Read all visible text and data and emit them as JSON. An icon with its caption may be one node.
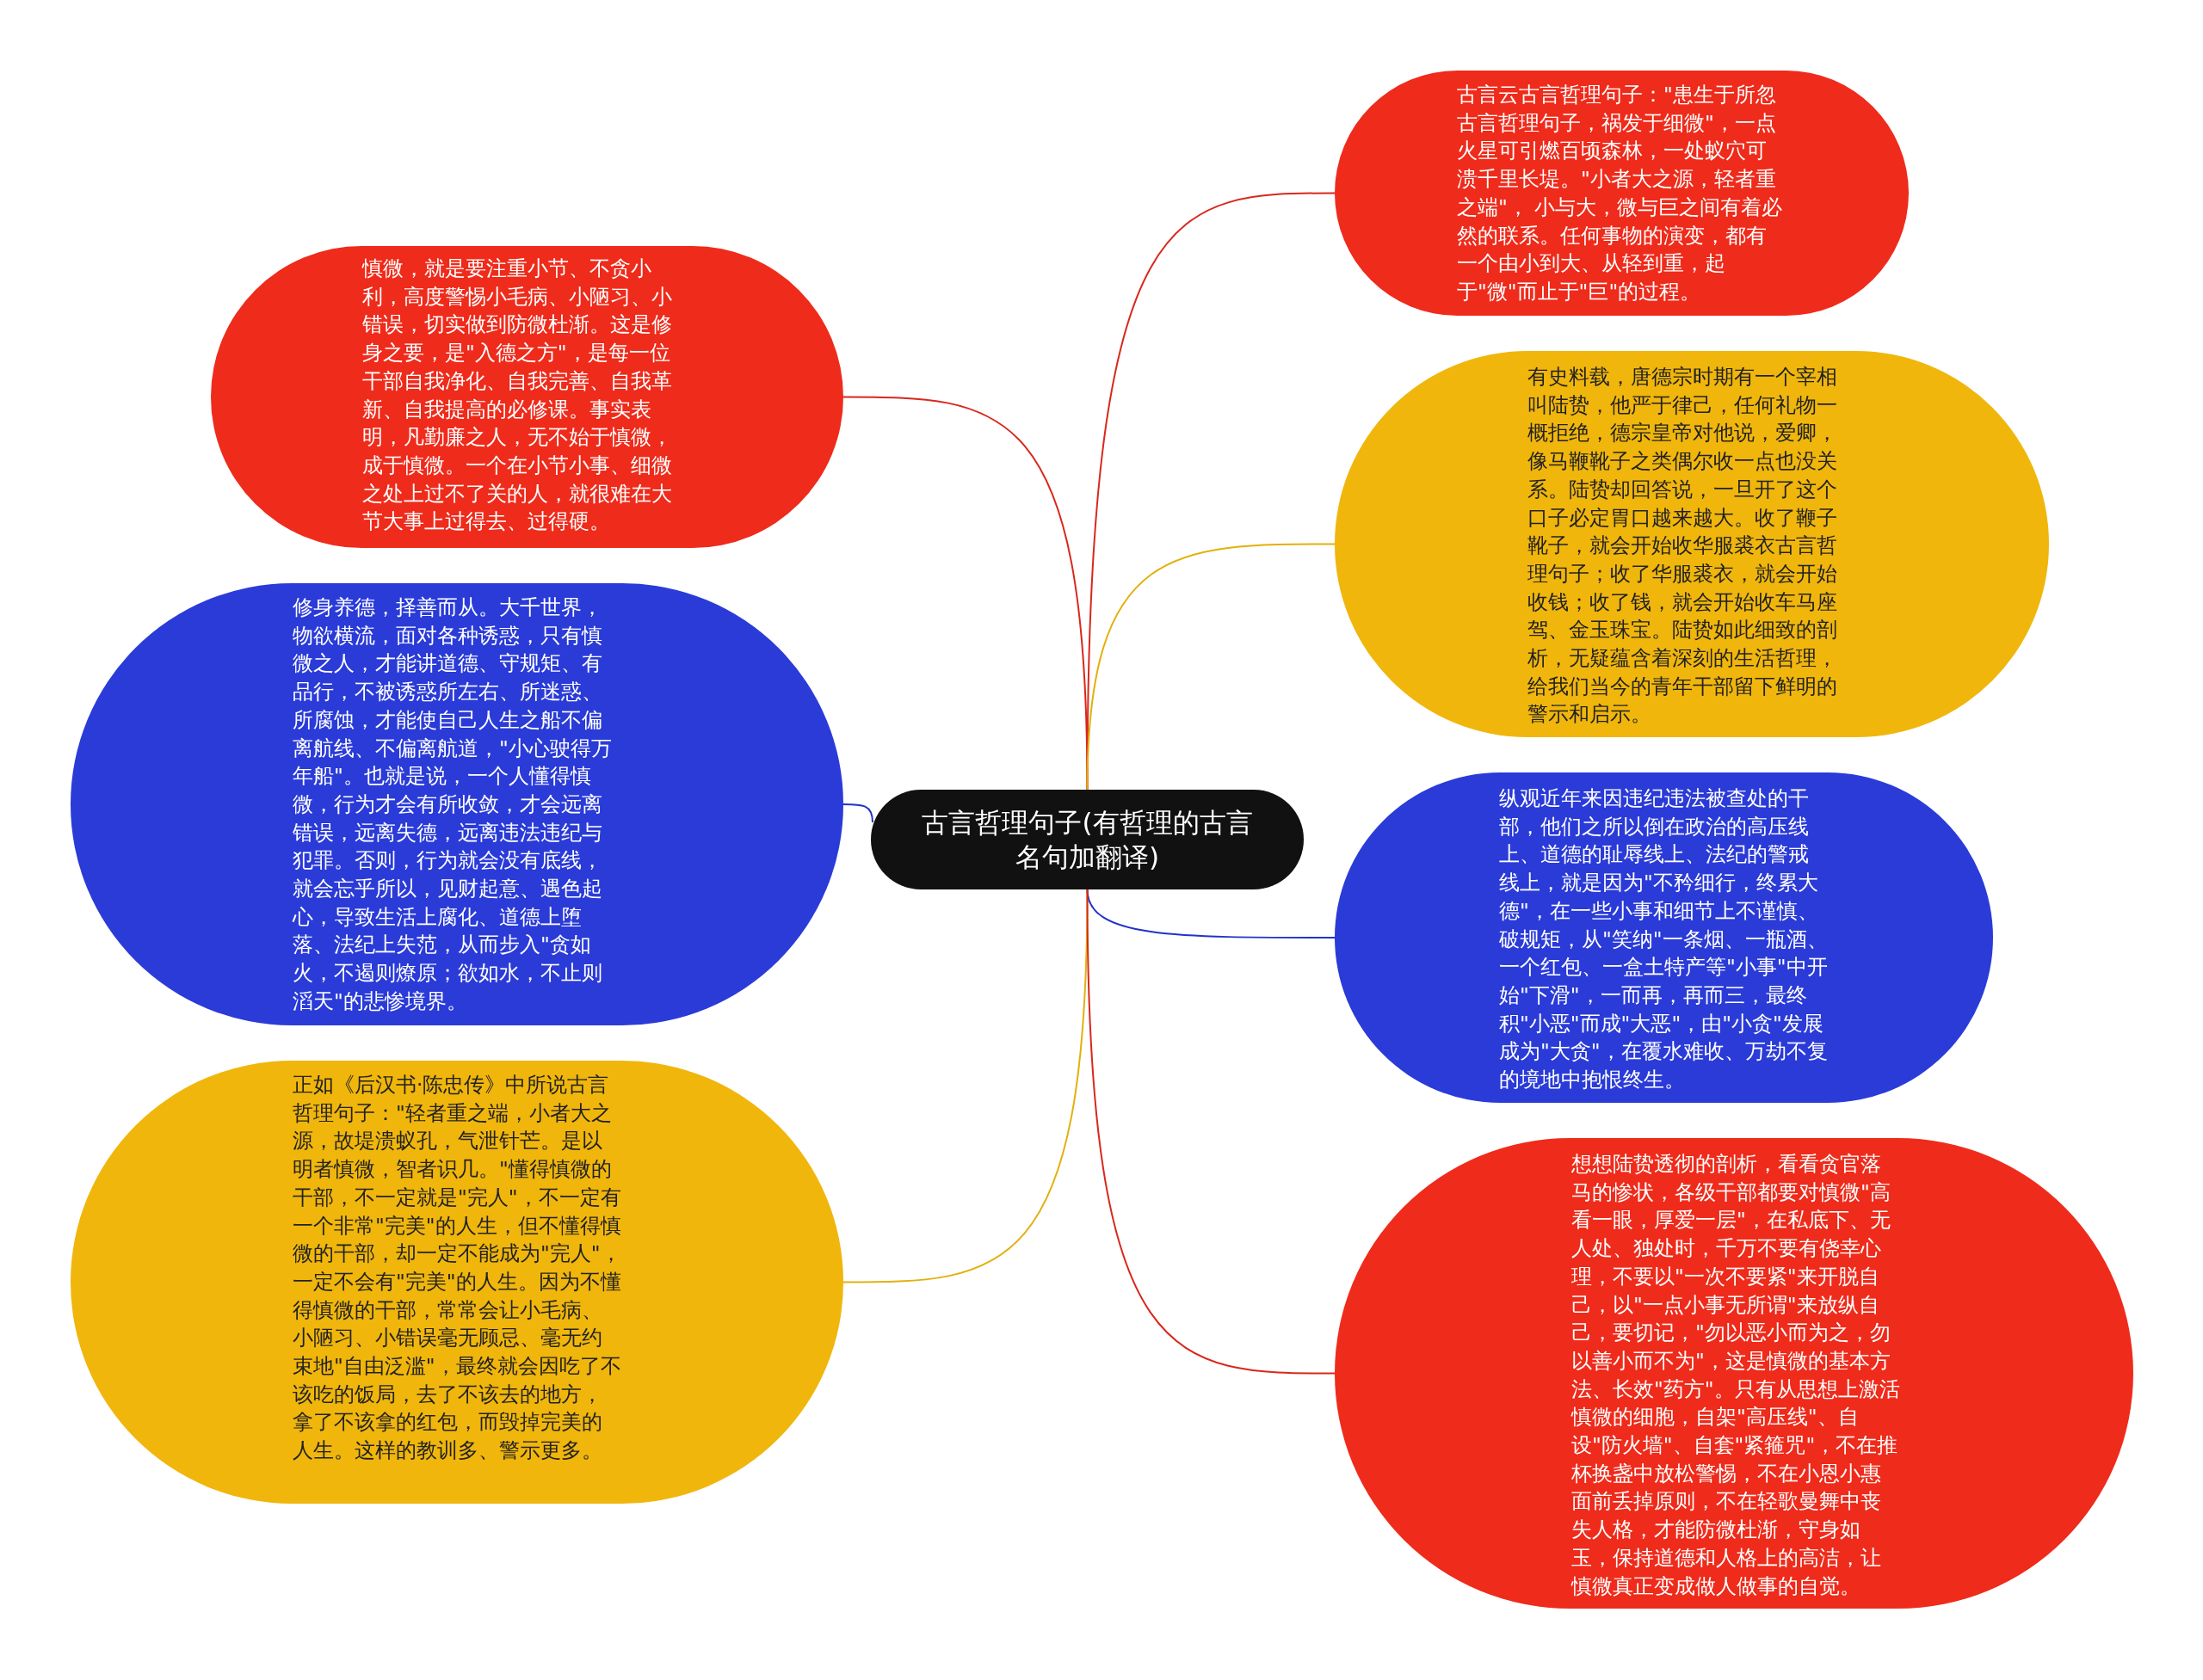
{
  "diagram": {
    "nodes": [
      {
        "text": [
          "古言哲理句子(有哲理的古言名句加翻译)"
        ]
      },
      {
        "text": [
          "慎微，就是要注重小节、不贪小利，高度警惕小毛病、小陋习、小错误，切实做到防微杜渐。这是修身之要，是\"入德之方\"，是每一位干部自我净化、自我完善、自我革新、自我提高的必修课。事实表明，凡勤廉之人，无不始于慎微，成于慎微。一个在小节小事、细微之处上过不了关的人，就很难在大节大事上过得去、过得硬。"
        ]
      },
      {
        "text": [
          "修身养德，择善而从。大千世界，物欲横流，面对各种诱惑，只有慎微之人，才能讲道德、守规矩、有品行，不被诱惑所左右、所迷惑、所腐蚀，才能使自己人生之船不偏离航线、不偏离航道，\"小心驶得万年船\"。也就是说，一个人懂得慎微，行为才会有所收敛，才会远离错误，远离失德，远离违法违纪与犯罪。否则，行为就会没有底线，就会忘乎所以，见财起意、遇色起心，导致生活上腐化、道德上堕落、法纪上失范，从而步入\"贪如火，不遏则燎原；欲如水，不止则滔天\"的悲惨境界。"
        ]
      },
      {
        "text": [
          "正如《后汉书·陈忠传》中所说古言哲理句子：\"轻者重之端，小者大之源，故堤溃蚁孔，气泄针芒。是以明者慎微，智者识几。\"懂得慎微的干部，不一定就是\"完人\"，不一定有一个非常\"完美\"的人生，但不懂得慎微的干部，却一定不能成为\"完人\"，一定不会有\"完美\"的人生。因为不懂得慎微的干部，常常会让小毛病、小陋习、小错误毫无顾忌、毫无约束地\"自由泛滥\"，最终就会因吃了不该吃的饭局，去了不该去的地方，拿了不该拿的红包，而毁掉完美的人生。这样的教训多、警示更多。"
        ]
      },
      {
        "text": [
          "古言云古言哲理句子：\"患生于所忽古言哲理句子，祸发于细微\"，一点火星可引燃百顷森林，一处蚁穴可溃千里长堤。\"小者大之源，轻者重之端\"， 小与大，微与巨之间有着必然的联系。任何事物的演变，都有一个由小到大、从轻到重，起于\"微\"而止于\"巨\"的过程。"
        ]
      },
      {
        "text": [
          "有史料载，唐德宗时期有一个宰相叫陆贽，他严于律己，任何礼物一概拒绝，德宗皇帝对他说，爱卿，像马鞭靴子之类偶尔收一点也没关系。陆贽却回答说，一旦开了这个口子必定胃口越来越大。收了鞭子靴子，就会开始收华服裘衣古言哲理句子；收了华服裘衣，就会开始收钱；收了钱，就会开始收车马座驾、金玉珠宝。陆贽如此细致的剖析，无疑蕴含着深刻的生活哲理，给我们当今的青年干部留下鲜明的警示和启示。"
        ]
      },
      {
        "text": [
          "纵观近年来因违纪违法被查处的干部，他们之所以倒在政治的高压线上、道德的耻辱线上、法纪的警戒线上，就是因为\"不矜细行，终累大德\"，在一些小事和细节上不谨慎、破规矩，从\"笑纳\"一条烟、一瓶酒、一个红包、一盒土特产等\"小事\"中开始\"下滑\"，一而再，再而三，最终积\"小恶\"而成\"大恶\"，由\"小贪\"发展成为\"大贪\"，在覆水难收、万劫不复的境地中抱恨终生。"
        ]
      },
      {
        "text": [
          "想想陆贽透彻的剖析，看看贪官落马的惨状，各级干部都要对慎微\"高看一眼，厚爱一层\"，在私底下、无人处、独处时，千万不要有侥幸心理，不要以\"一次不要紧\"来开脱自己，以\"一点小事无所谓\"来放纵自己，要切记，\"勿以恶小而为之，勿以善小而不为\"，这是慎微的基本方法、长效\"药方\"。只有从思想上激活慎微的细胞，自架\"高压线\"、自设\"防火墙\"、自套\"紧箍咒\"，不在推杯换盏中放松警惕，不在小恩小惠面前丢掉原则，不在轻歌曼舞中丧失人格，才能防微杜渐，守身如玉，保持道德和人格上的高洁，让慎微真正变成做人做事的自觉。"
        ]
      }
    ],
    "edges": [
      {
        "from": 0,
        "to": 1,
        "arrow": "none",
        "color": "#d8281c"
      },
      {
        "from": 0,
        "to": 2,
        "arrow": "none",
        "color": "#2233c8"
      },
      {
        "from": 0,
        "to": 3,
        "arrow": "none",
        "color": "#e2b00c"
      },
      {
        "from": 0,
        "to": 4,
        "arrow": "none",
        "color": "#d8281c"
      },
      {
        "from": 0,
        "to": 5,
        "arrow": "none",
        "color": "#e2b00c"
      },
      {
        "from": 0,
        "to": 6,
        "arrow": "none",
        "color": "#2233c8"
      },
      {
        "from": 0,
        "to": 7,
        "arrow": "none",
        "color": "#d8281c"
      }
    ]
  }
}
